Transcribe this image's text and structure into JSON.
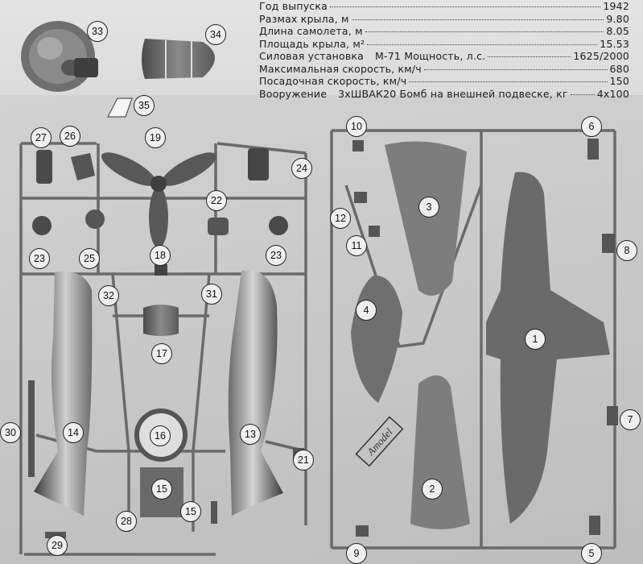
{
  "specifications": [
    {
      "label": "Год выпуска",
      "value": "1942"
    },
    {
      "label": "Размах крыла, м",
      "value": "9.80"
    },
    {
      "label": "Длина самолета, м",
      "value": "8.05"
    },
    {
      "label": "Площадь крыла, м²",
      "value": "15.53"
    },
    {
      "label": "Силовая установка",
      "extra": "М-71 Мощность, л.с.",
      "value": "1625/2000"
    },
    {
      "label": "Максимальная скорость, км/ч",
      "value": "680"
    },
    {
      "label": "Посадочная скорость, км/ч",
      "value": "150"
    },
    {
      "label": "Вооружение",
      "extra": "3хШВАК20 Бомб на внешней подвеске, кг",
      "value": "4х100"
    }
  ],
  "part_labels": {
    "p1": "1",
    "p2": "2",
    "p3": "3",
    "p4": "4",
    "p5": "5",
    "p6": "6",
    "p7": "7",
    "p8": "8",
    "p9": "9",
    "p10": "10",
    "p11": "11",
    "p12": "12",
    "p13": "13",
    "p14": "14",
    "p15a": "15",
    "p15b": "15",
    "p16": "16",
    "p17": "17",
    "p18": "18",
    "p19": "19",
    "p21": "21",
    "p22": "22",
    "p23a": "23",
    "p23b": "23",
    "p24": "24",
    "p25": "25",
    "p26": "26",
    "p27": "27",
    "p28": "28",
    "p29": "29",
    "p30": "30",
    "p31": "31",
    "p32": "32",
    "p33": "33",
    "p34": "34",
    "p35": "35"
  },
  "sprue_logo": "Amodel"
}
